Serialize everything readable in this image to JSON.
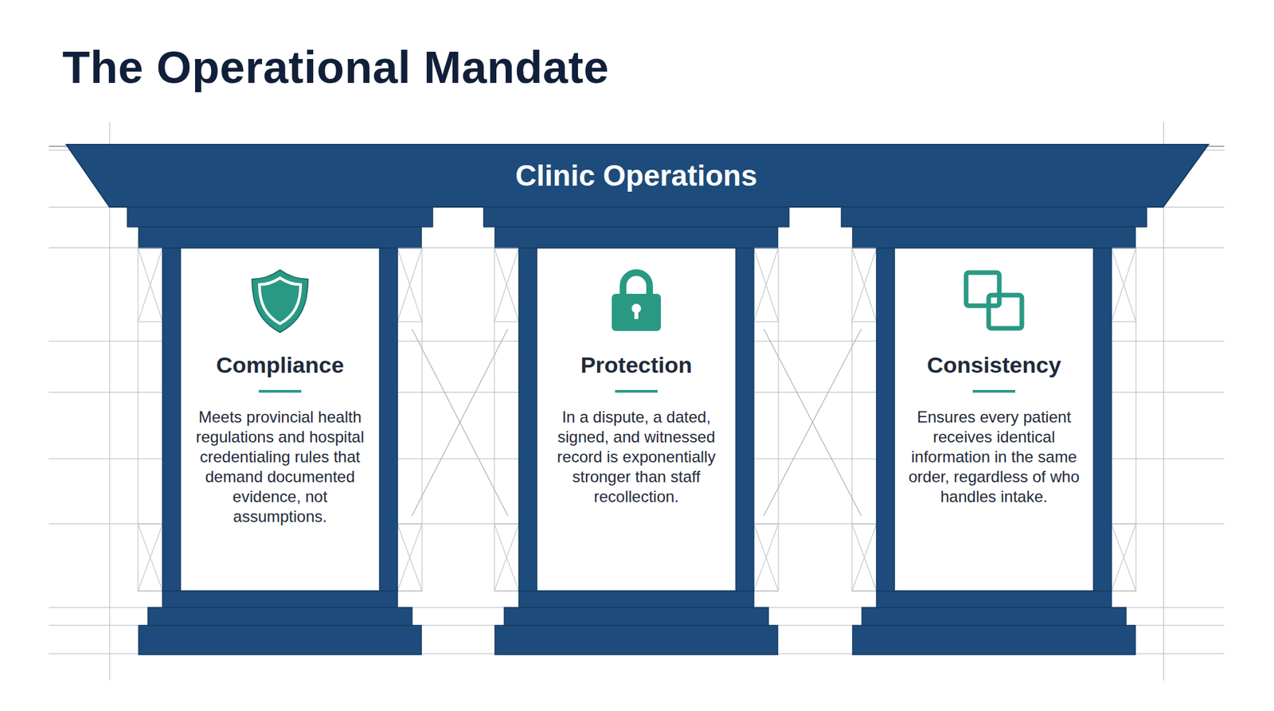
{
  "diagram": {
    "title": "The Operational Mandate",
    "nodes": [
      {
        "text": [
          "Clinic Operations"
        ]
      },
      {
        "text": [
          "Compliance",
          "Meets provincial health regulations and hospital credentialing rules that demand documented evidence, not assumptions."
        ]
      },
      {
        "text": [
          "Protection",
          "In a dispute, a dated, signed, and witnessed record is exponentially stronger than staff recollection."
        ]
      },
      {
        "text": [
          "Consistency",
          "Ensures every patient receives identical information in the same order, regardless of who handles intake."
        ]
      }
    ]
  }
}
